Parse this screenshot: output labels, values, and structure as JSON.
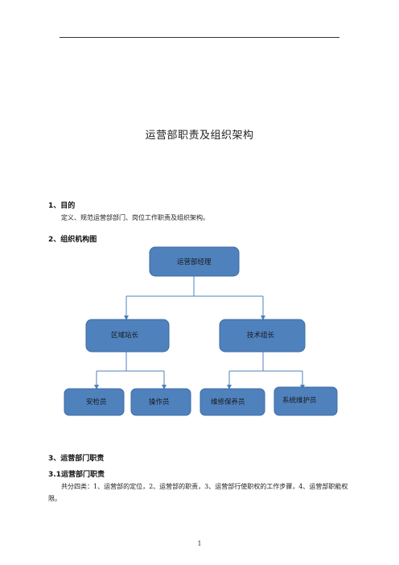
{
  "title": "运营部职责及组织架构",
  "sections": {
    "purpose": {
      "heading": "1、目的",
      "text": "定义、规范运营部部门、岗位工作职责及组织架构。"
    },
    "org_chart": {
      "heading": "2、组织机构图"
    },
    "duties": {
      "heading": "3、运营部门职责",
      "subheading": "3.1运营部门职责",
      "text": "共分四类：1、运营部的定位，2、运营部的职责，3、运营部行使职权的工作步骤，4、运营部职能权限。"
    }
  },
  "org": {
    "root": "运营部经理",
    "level2": [
      "区域站长",
      "技术组长"
    ],
    "level3": [
      "安检员",
      "操作员",
      "维修保养员",
      "系统维护员"
    ]
  },
  "colors": {
    "box_fill": "#4f81bd",
    "box_stroke": "#3a6aa3",
    "line": "#4f81bd"
  },
  "page_number": "1"
}
